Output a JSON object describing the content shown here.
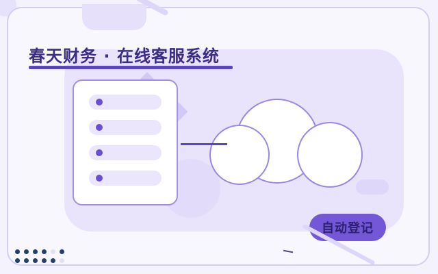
{
  "header": {
    "title": "春天财务 · 在线客服系统"
  },
  "list_card": {
    "rows": [
      {
        "marker": "bullet-dot"
      },
      {
        "marker": "bullet-dot"
      },
      {
        "marker": "bullet-dot"
      },
      {
        "marker": "bullet-dot"
      }
    ]
  },
  "cloud": {
    "icon": "cloud-icon"
  },
  "action": {
    "label": "自动登记"
  },
  "colors": {
    "accent": "#5b46c2",
    "button": "#7457d6",
    "title": "#3b2c86",
    "panel": "#e9e4fc"
  }
}
